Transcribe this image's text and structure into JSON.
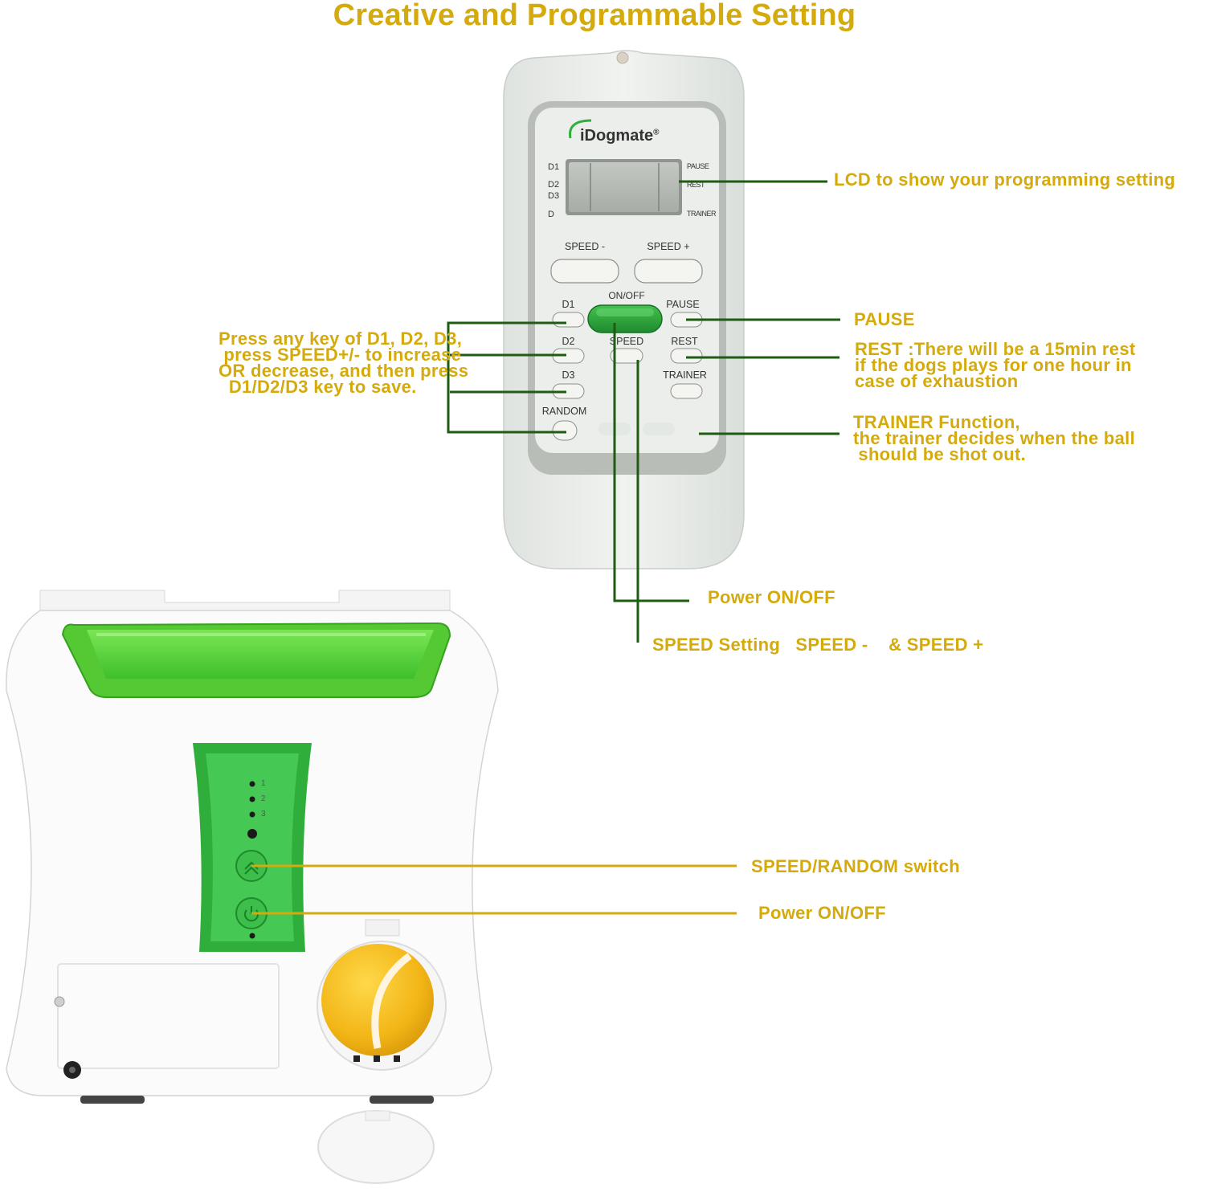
{
  "title": "Creative and Programmable Setting",
  "remote": {
    "brand": "iDogmate",
    "registered_mark": "®",
    "lcd_left_labels": [
      "D1",
      "D2",
      "D3",
      "D"
    ],
    "lcd_right_labels": [
      "PAUSE",
      "REST",
      "TRAINER"
    ],
    "speed_minus_label": "SPEED -",
    "speed_plus_label": "SPEED +",
    "on_off_label": "ON/OFF",
    "d1_label": "D1",
    "d2_label": "D2",
    "d3_label": "D3",
    "random_label": "RANDOM",
    "pause_label": "PAUSE",
    "speed_label": "SPEED",
    "rest_label": "REST",
    "trainer_label": "TRAINER"
  },
  "launcher": {
    "level_labels": [
      "1",
      "2",
      "3"
    ]
  },
  "annotations": {
    "lcd": "LCD to show your programming setting",
    "pause": "PAUSE",
    "rest": "REST :There will be a 15min rest\nif the dogs plays for one hour in\ncase of exhaustion",
    "trainer": "TRAINER Function,\nthe trainer decides when the ball\n should be shot out.",
    "presets": "Press any key of D1, D2, D3,\n press SPEED+/- to increase\nOR decrease, and then press\n  D1/D2/D3 key to save.",
    "remote_power": "Power ON/OFF",
    "speed_setting": "SPEED Setting   SPEED -    & SPEED +",
    "speed_random_switch": "SPEED/RANDOM switch",
    "launcher_power": "Power ON/OFF"
  },
  "colors": {
    "title": "#d4aa0c",
    "annotation_text": "#d4aa0c",
    "remote_leader": "#1d5c12",
    "launcher_leader": "#d4aa0c",
    "bowl_green": "#5ad234",
    "panel_green": "#2fae3b",
    "on_off_green": "#2ca23c"
  },
  "icons": {
    "speed_random_button": "double-chevron-up-icon",
    "power_button": "power-icon",
    "ball": "tennis-ball-icon",
    "dc_jack": "power-jack-icon"
  }
}
